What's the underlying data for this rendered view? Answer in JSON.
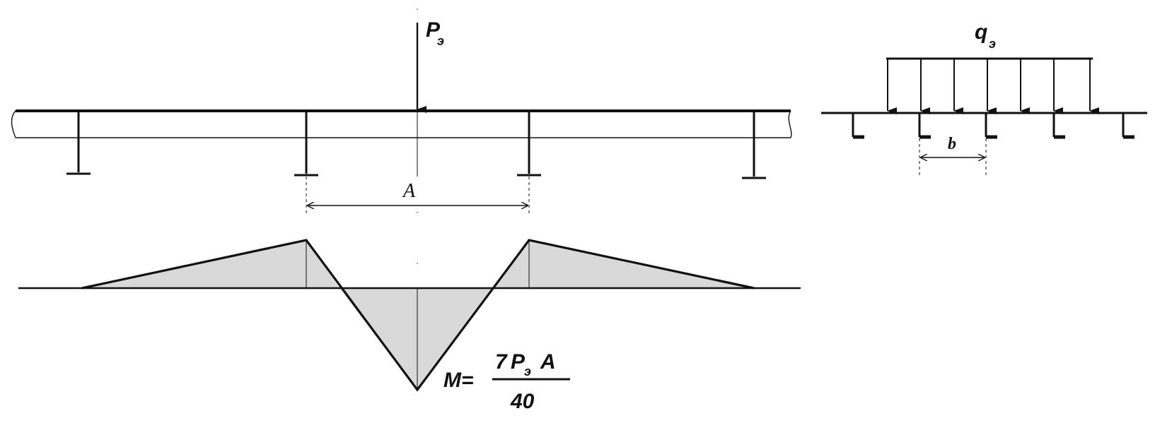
{
  "beam": {
    "load_label": "P",
    "load_subscript": "э",
    "span_label": "A"
  },
  "moment": {
    "prefix": "M=",
    "numerator_coef": "7",
    "numerator_load": "P",
    "numerator_subscript": "э",
    "numerator_span": "A",
    "denominator": "40"
  },
  "distributed": {
    "load_label": "q",
    "load_subscript": "э",
    "spacing_label": "b"
  }
}
